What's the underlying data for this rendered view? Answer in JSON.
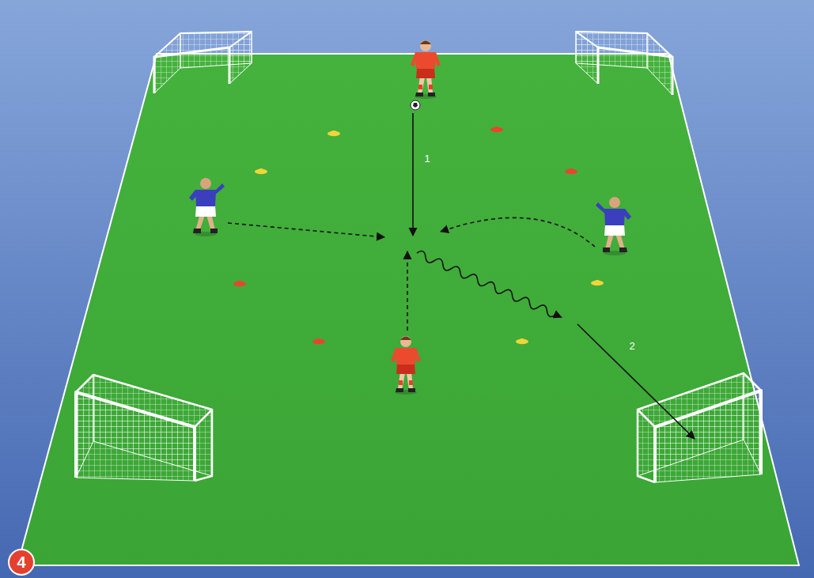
{
  "diagram": {
    "nodes": [
      {
        "text": [
          "4"
        ]
      }
    ],
    "labels": [
      "1",
      "2"
    ]
  }
}
